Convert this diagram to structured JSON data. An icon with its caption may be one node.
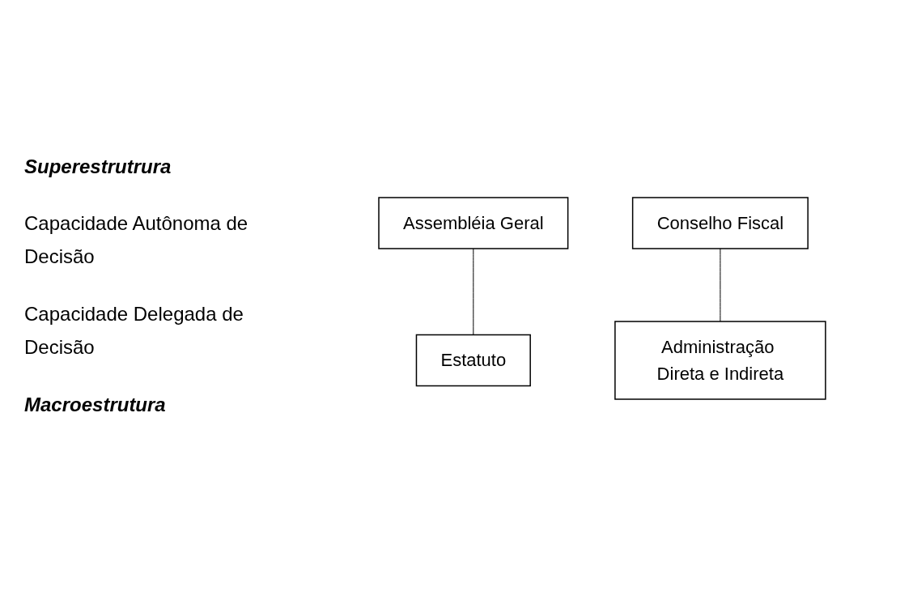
{
  "diagram": {
    "nodes": [
      {
        "text": [
          "Assembléia Geral"
        ]
      },
      {
        "text": [
          "Estatuto"
        ]
      },
      {
        "text": [
          "Conselho Fiscal"
        ]
      },
      {
        "text": [
          "Administração Direta e Indireta"
        ]
      }
    ],
    "edges": [
      {
        "from": 0,
        "to": 1,
        "arrow": "none"
      },
      {
        "from": 2,
        "to": 3,
        "arrow": "none"
      }
    ],
    "labels": [
      "Superestrutrura",
      "Capacidade Autônoma de Decisão",
      "Capacidade Delegada de Decisão",
      "Macroestrutura"
    ]
  }
}
